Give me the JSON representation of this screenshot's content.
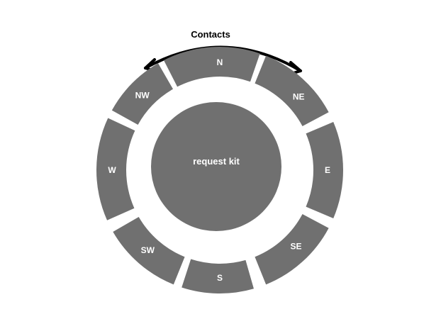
{
  "title": "Contacts",
  "center": {
    "label": "request kit"
  },
  "segments": [
    {
      "id": "n",
      "label": "N"
    },
    {
      "id": "ne",
      "label": "NE"
    },
    {
      "id": "e",
      "label": "E"
    },
    {
      "id": "se",
      "label": "SE"
    },
    {
      "id": "s",
      "label": "S"
    },
    {
      "id": "sw",
      "label": "SW"
    },
    {
      "id": "w",
      "label": "W"
    },
    {
      "id": "nw",
      "label": "NW"
    }
  ],
  "colors": {
    "segment": "#707070",
    "text_on_segment": "#ffffff",
    "arrow": "#000000"
  }
}
